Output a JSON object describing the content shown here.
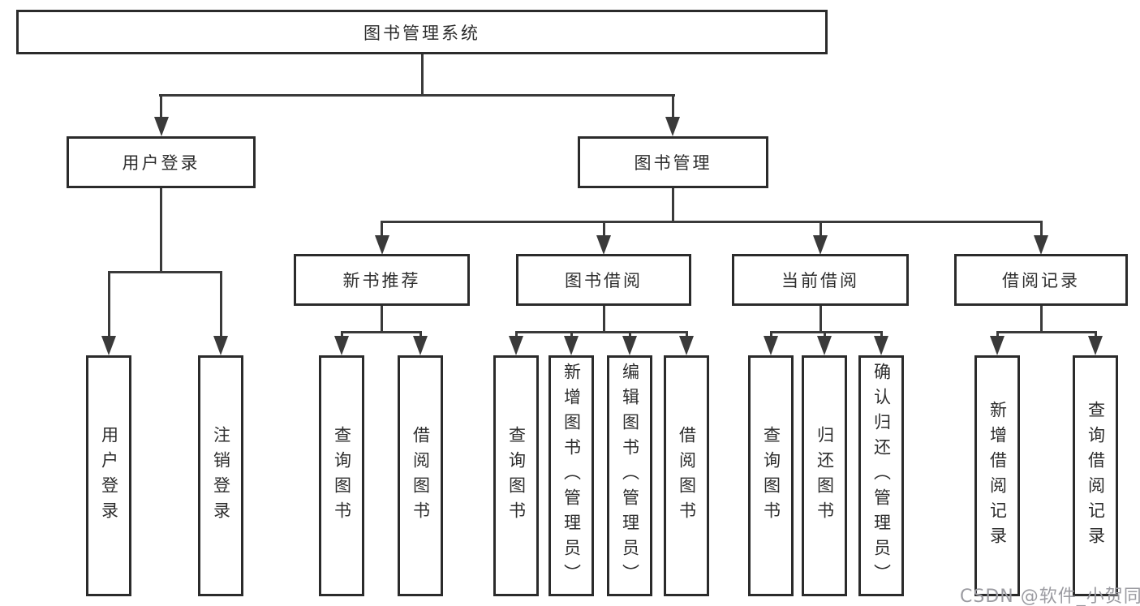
{
  "nodes": {
    "root": "图书管理系统",
    "user_login": "用户登录",
    "book_management": "图书管理",
    "new_book_recommend": "新书推荐",
    "book_borrow": "图书借阅",
    "current_borrow": "当前借阅",
    "borrow_records": "借阅记录",
    "leaves": {
      "user_login_op": "用户登录",
      "logout": "注销登录",
      "nb_query": "查询图书",
      "nb_borrow": "借阅图书",
      "bb_query": "查询图书",
      "bb_add": "新增图书（管理员）",
      "bb_edit": "编辑图书（管理员）",
      "bb_borrow": "借阅图书",
      "cb_query": "查询图书",
      "cb_return": "归还图书",
      "cb_confirm": "确认归还（管理员）",
      "br_add": "新增借阅记录",
      "br_query": "查询借阅记录"
    }
  },
  "watermark": "CSDN @软件_小贺同学",
  "colors": {
    "line": "#3a3a3a",
    "box_border": "#2b2b2b",
    "box_fill": "#ffffff",
    "text": "#2d2d2d",
    "watermark": "#9b9ba1",
    "background": "#ffffff"
  }
}
